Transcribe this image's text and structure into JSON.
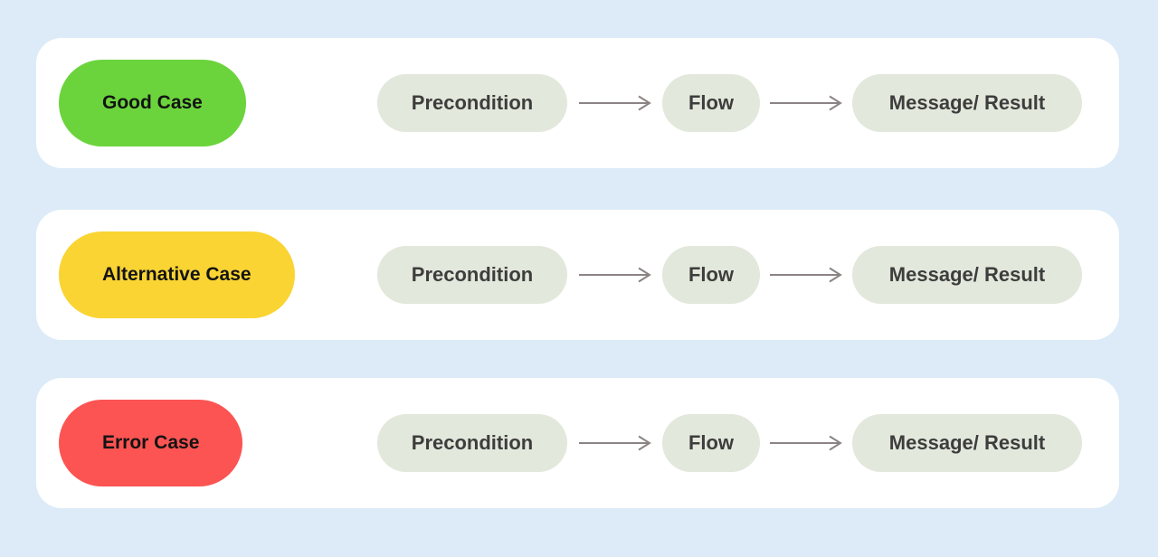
{
  "page": {
    "background_color": "#dcebf7",
    "card_color": "#ffffff",
    "step_pill_color": "#e2e8db",
    "step_text_color": "#3e3d3d",
    "arrow_color": "#8b8384"
  },
  "rows": [
    {
      "case_label": "Good Case",
      "case_color": "#6bd43c",
      "steps": [
        "Precondition",
        "Flow",
        "Message/ Result"
      ]
    },
    {
      "case_label": "Alternative Case",
      "case_color": "#f9d433",
      "steps": [
        "Precondition",
        "Flow",
        "Message/ Result"
      ]
    },
    {
      "case_label": "Error Case",
      "case_color": "#fb5452",
      "steps": [
        "Precondition",
        "Flow",
        "Message/ Result"
      ]
    }
  ]
}
